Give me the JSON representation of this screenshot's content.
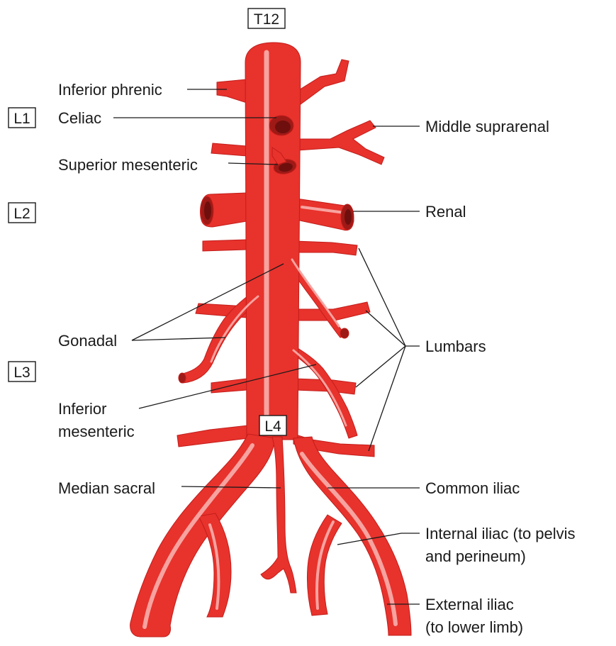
{
  "colors": {
    "artery": "#e8322c",
    "artery_dark": "#c21d1a",
    "highlight": "#f7a3a0",
    "lumen": "#7a1210",
    "text": "#1a1a1a"
  },
  "vertebral_levels": [
    "T12",
    "L1",
    "L2",
    "L3",
    "L4"
  ],
  "labels": {
    "inferior_phrenic": "Inferior phrenic",
    "celiac": "Celiac",
    "superior_mesenteric": "Superior mesenteric",
    "gonadal": "Gonadal",
    "inferior_mesenteric_1": "Inferior",
    "inferior_mesenteric_2": "mesenteric",
    "median_sacral": "Median sacral",
    "middle_suprarenal": "Middle suprarenal",
    "renal": "Renal",
    "lumbars": "Lumbars",
    "common_iliac": "Common iliac",
    "internal_iliac_1": "Internal iliac (to pelvis",
    "internal_iliac_2": "and perineum)",
    "external_iliac_1": "External iliac",
    "external_iliac_2": "(to lower limb)"
  }
}
